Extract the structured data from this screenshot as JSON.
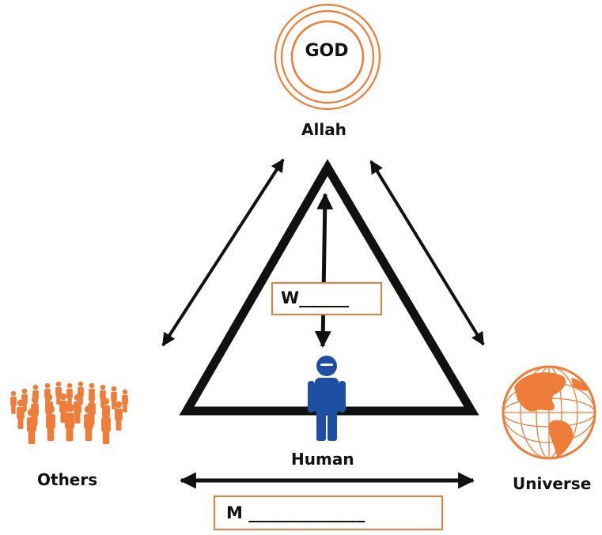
{
  "nodes": {
    "god": {
      "symbol_text": "GOD",
      "label": "Allah"
    },
    "human": {
      "label": "Human"
    },
    "others": {
      "label": "Others"
    },
    "universe": {
      "label": "Universe"
    }
  },
  "blanks": {
    "vertical": "W______",
    "horizontal": "M ______________"
  },
  "colors": {
    "accent_orange": "#ef7d3a",
    "human_blue": "#1f4fa3",
    "line_black": "#111111"
  },
  "icons": {
    "god": "concentric-circles-icon",
    "others": "crowd-icon",
    "universe": "globe-icon",
    "human": "person-icon"
  }
}
